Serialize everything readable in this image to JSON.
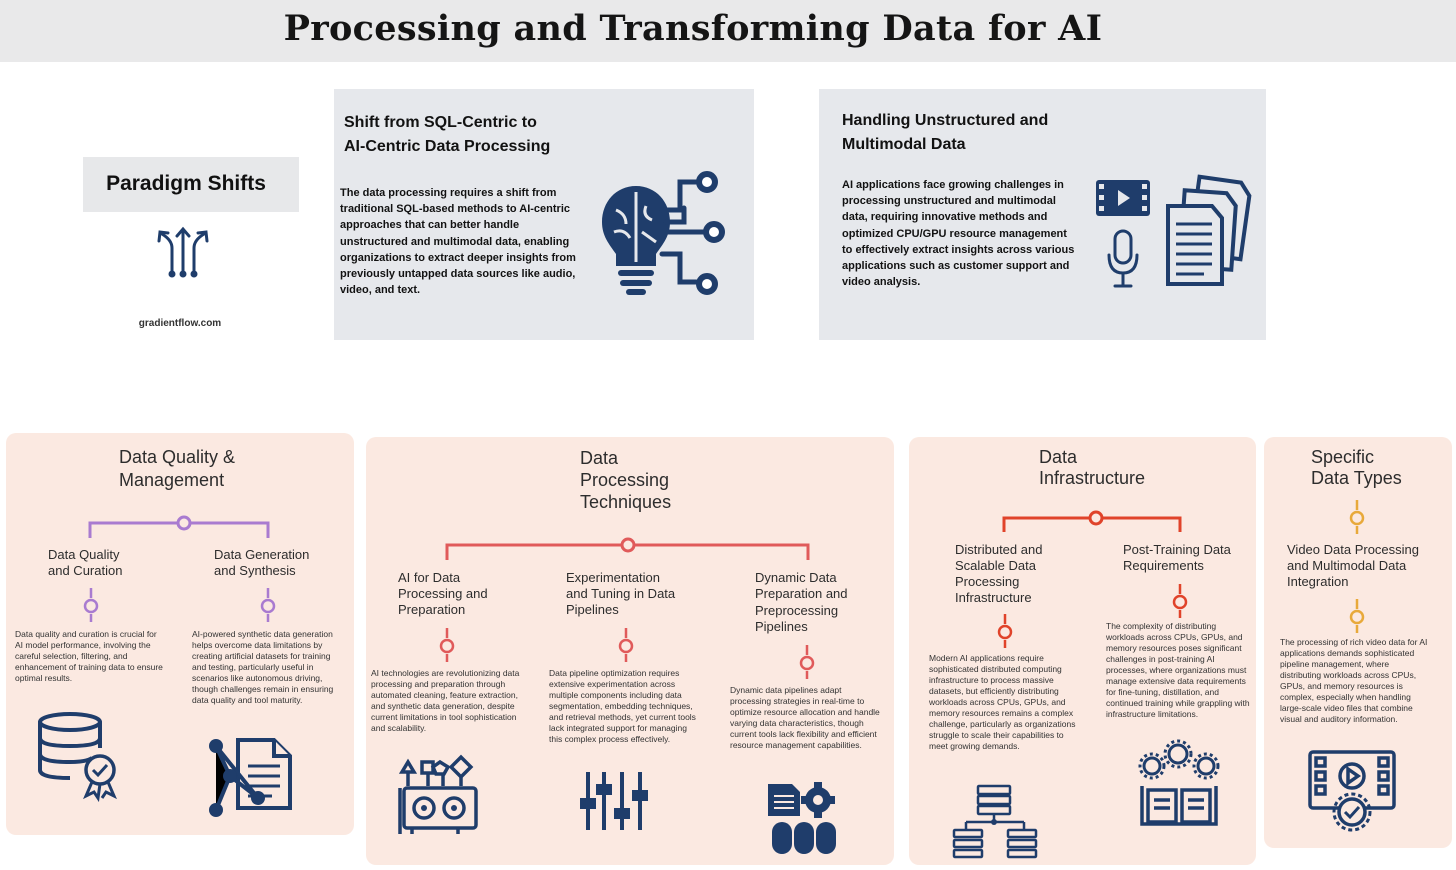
{
  "header": {
    "title": "Processing and Transforming Data for AI"
  },
  "paradigm": {
    "label": "Paradigm Shifts",
    "icon": "arrows-up-icon",
    "site": "gradientflow.com"
  },
  "shift_card": {
    "title_line1": "Shift from SQL-Centric to",
    "title_line2": "AI-Centric Data Processing",
    "body": "The data processing requires a shift from traditional SQL-based methods to AI-centric approaches that can better handle unstructured and multimodal data, enabling organizations to extract deeper insights from previously untapped data sources like audio, video, and text.",
    "icon": "brain-lightbulb-circuit-icon"
  },
  "unstructured_card": {
    "title_line1": "Handling Unstructured and",
    "title_line2": "Multimodal Data",
    "body": "AI applications face growing challenges in processing unstructured and multimodal data, requiring innovative methods and optimized CPU/GPU resource management to effectively extract insights across various applications such as customer support and video analysis.",
    "icons": [
      "video-icon",
      "microphone-icon",
      "documents-icon"
    ]
  },
  "sections": {
    "quality": {
      "title_line1": "Data Quality &",
      "title_line2": "Management",
      "items": [
        {
          "title_line1": "Data Quality",
          "title_line2": "and Curation",
          "body": "Data quality and curation is crucial for AI model performance, involving the careful selection, filtering, and enhancement of training data to ensure optimal results.",
          "icon": "database-certified-icon"
        },
        {
          "title_line1": "Data Generation",
          "title_line2": "and Synthesis",
          "body": "AI-powered synthetic data generation helps overcome data limitations by creating artificial datasets for training and testing, particularly useful in scenarios like autonomous driving, though challenges remain in ensuring data quality and tool maturity.",
          "icon": "network-document-icon"
        }
      ]
    },
    "processing": {
      "title_line1": "Data",
      "title_line2": "Processing",
      "title_line3": "Techniques",
      "items": [
        {
          "title_line1": "AI for Data",
          "title_line2": "Processing and",
          "title_line3": "Preparation",
          "body": "AI technologies are revolutionizing data processing and preparation through automated cleaning, feature extraction, and synthetic data generation, despite current limitations in tool sophistication and scalability.",
          "icon": "gpu-shapes-icon"
        },
        {
          "title_line1": "Experimentation",
          "title_line2": "and Tuning in Data",
          "title_line3": "Pipelines",
          "body": "Data pipeline optimization requires extensive experimentation across multiple components including data segmentation, embedding techniques, and retrieval methods, yet current tools lack integrated support for managing this complex process effectively.",
          "icon": "sliders-icon"
        },
        {
          "title_line1": "Dynamic Data",
          "title_line2": "Preparation and",
          "title_line3": "Preprocessing",
          "title_line4": "Pipelines",
          "body": "Dynamic data pipelines adapt processing strategies in real-time to optimize resource allocation and handle varying data characteristics, though current tools lack flexibility and efficient resource management capabilities.",
          "icon": "document-gear-pipes-icon"
        }
      ]
    },
    "infrastructure": {
      "title_line1": "Data",
      "title_line2": "Infrastructure",
      "items": [
        {
          "title_line1": "Distributed and",
          "title_line2": "Scalable Data",
          "title_line3": "Processing",
          "title_line4": "Infrastructure",
          "body": "Modern AI applications require sophisticated distributed computing infrastructure to process massive datasets, but efficiently distributing workloads across CPUs, GPUs, and memory resources remains a complex challenge, particularly as organizations struggle to scale their capabilities to meet growing demands.",
          "icon": "server-network-icon"
        },
        {
          "title_line1": "Post-Training Data",
          "title_line2": "Requirements",
          "body": "The complexity of distributing workloads across CPUs, GPUs, and memory resources poses significant challenges in post-training AI processes, where organizations must manage extensive data requirements for fine-tuning, distillation, and continued training while grappling with infrastructure limitations.",
          "icon": "book-gears-icon"
        }
      ]
    },
    "types": {
      "title_line1": "Specific",
      "title_line2": "Data Types",
      "items": [
        {
          "title_line1": "Video Data Processing",
          "title_line2": "and Multimodal Data",
          "title_line3": "Integration",
          "body": "The processing of rich video data for AI applications demands sophisticated pipeline management, where distributing workloads across CPUs, GPUs, and memory resources is complex, especially when handling large-scale video files that combine visual and auditory information.",
          "icon": "film-gear-icon"
        }
      ]
    }
  },
  "colors": {
    "navy": "#1f3d6b",
    "purple": "#a97bd0",
    "red": "#e05a5a",
    "orange_red": "#e0432a",
    "gold": "#e8a93a",
    "pink_bg": "#fbe9e1",
    "gray_bg": "#e6e8ec"
  }
}
